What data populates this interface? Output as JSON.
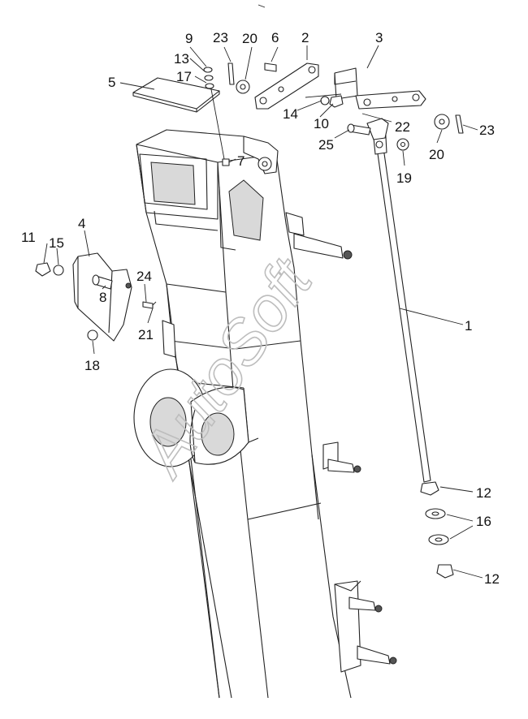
{
  "watermark": "AutoSoft",
  "labels": [
    {
      "id": "1",
      "text": "1"
    },
    {
      "id": "2",
      "text": "2"
    },
    {
      "id": "3",
      "text": "3"
    },
    {
      "id": "4",
      "text": "4"
    },
    {
      "id": "5",
      "text": "5"
    },
    {
      "id": "6",
      "text": "6"
    },
    {
      "id": "7",
      "text": "7"
    },
    {
      "id": "8",
      "text": "8"
    },
    {
      "id": "9",
      "text": "9"
    },
    {
      "id": "10",
      "text": "10"
    },
    {
      "id": "11",
      "text": "11"
    },
    {
      "id": "12a",
      "text": "12"
    },
    {
      "id": "12b",
      "text": "12"
    },
    {
      "id": "13",
      "text": "13"
    },
    {
      "id": "14",
      "text": "14"
    },
    {
      "id": "15",
      "text": "15"
    },
    {
      "id": "16",
      "text": "16"
    },
    {
      "id": "17",
      "text": "17"
    },
    {
      "id": "18",
      "text": "18"
    },
    {
      "id": "19",
      "text": "19"
    },
    {
      "id": "20a",
      "text": "20"
    },
    {
      "id": "20b",
      "text": "20"
    },
    {
      "id": "21",
      "text": "21"
    },
    {
      "id": "22",
      "text": "22"
    },
    {
      "id": "23a",
      "text": "23"
    },
    {
      "id": "23b",
      "text": "23"
    },
    {
      "id": "24",
      "text": "24"
    },
    {
      "id": "25",
      "text": "25"
    }
  ]
}
